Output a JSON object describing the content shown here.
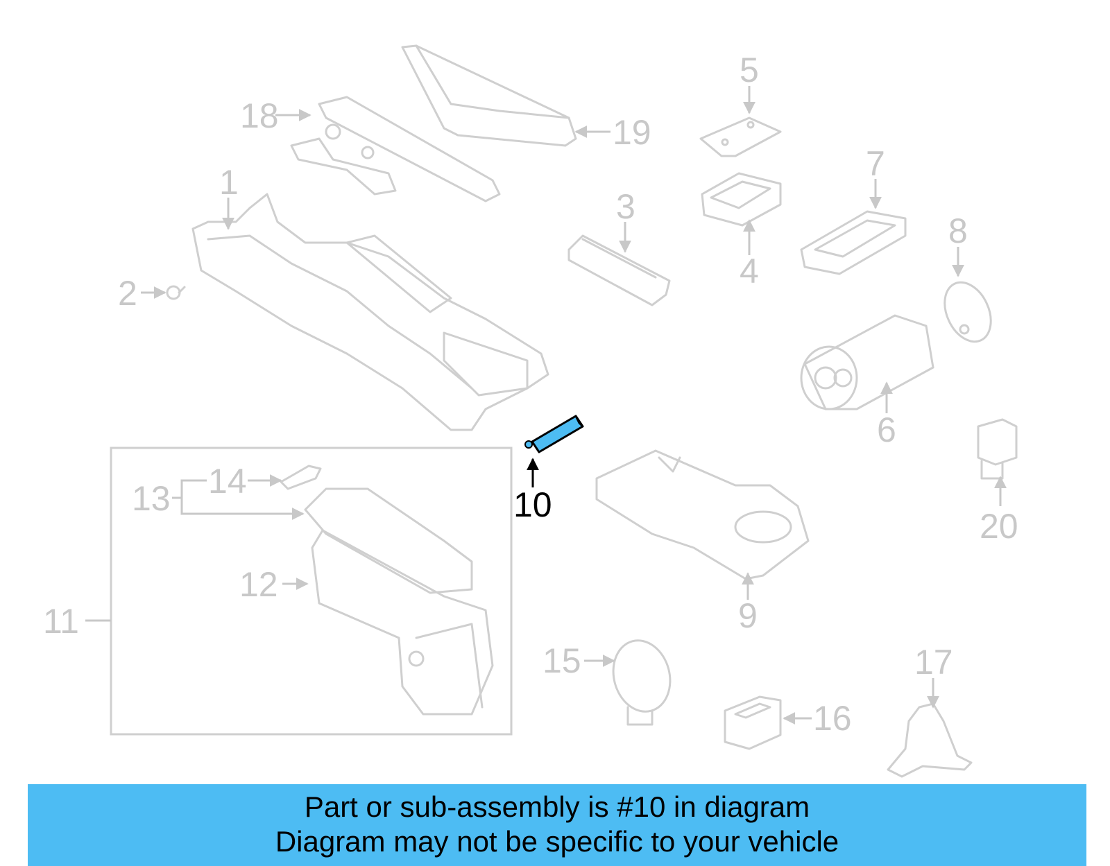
{
  "diagram": {
    "highlighted_part": "10",
    "highlight_color": "#4dbcf3",
    "callouts": [
      "1",
      "2",
      "3",
      "4",
      "5",
      "6",
      "7",
      "8",
      "9",
      "10",
      "11",
      "12",
      "13",
      "14",
      "15",
      "16",
      "17",
      "18",
      "19",
      "20"
    ]
  },
  "banner": {
    "line1": "Part or sub-assembly is #10 in diagram",
    "line2": "Diagram may not be specific to your vehicle",
    "color": "#4dbcf3"
  }
}
